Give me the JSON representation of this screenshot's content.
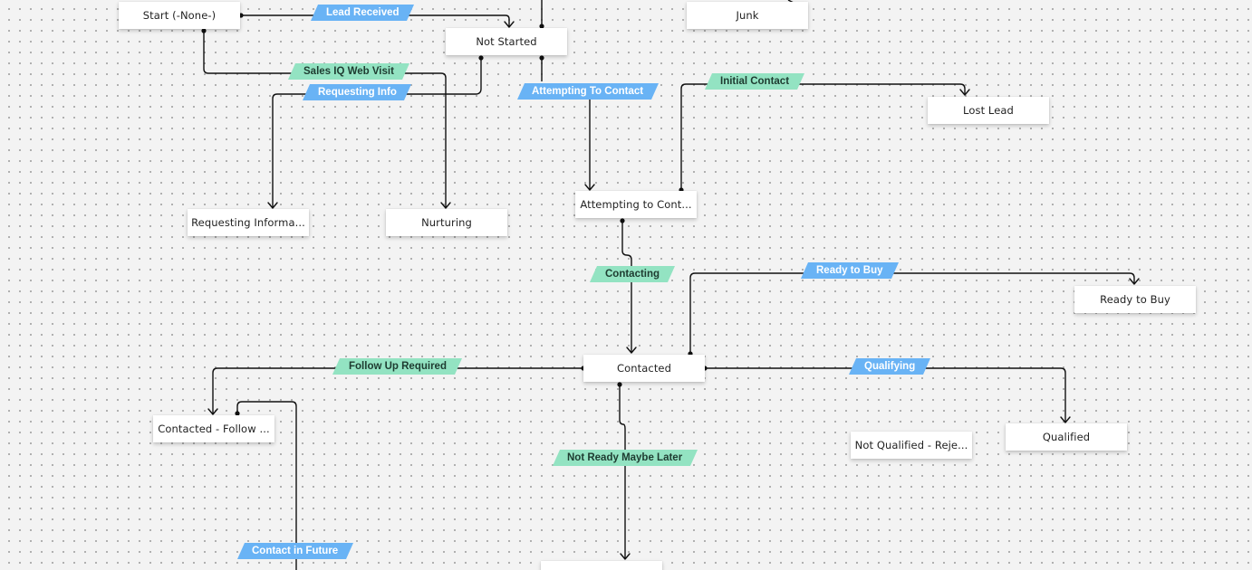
{
  "colors": {
    "canvas_background": "#f3f3f3",
    "connector": "#111111",
    "transition_blue": "#69b3f5",
    "transition_green": "#93e3c2"
  },
  "states": {
    "start": "Start (-None-)",
    "junk": "Junk",
    "not_started": "Not Started",
    "lost_lead": "Lost Lead",
    "requesting_information": "Requesting Informa...",
    "nurturing": "Nurturing",
    "attempting_to_contact": "Attempting to Cont...",
    "ready_to_buy": "Ready to Buy",
    "contacted": "Contacted",
    "contacted_follow_up": "Contacted - Follow ...",
    "not_qualified": "Not Qualified - Reje...",
    "qualified": "Qualified",
    "bottom_state": ""
  },
  "transitions": {
    "lead_received": "Lead Received",
    "sales_iq_web_visit": "Sales IQ Web Visit",
    "requesting_info": "Requesting Info",
    "attempting_to_contact": "Attempting To Contact",
    "initial_contact": "Initial Contact",
    "contacting": "Contacting",
    "ready_to_buy": "Ready to Buy",
    "follow_up_required": "Follow Up Required",
    "qualifying": "Qualifying",
    "not_ready_maybe_later": "Not Ready Maybe Later",
    "contact_in_future": "Contact in Future"
  }
}
